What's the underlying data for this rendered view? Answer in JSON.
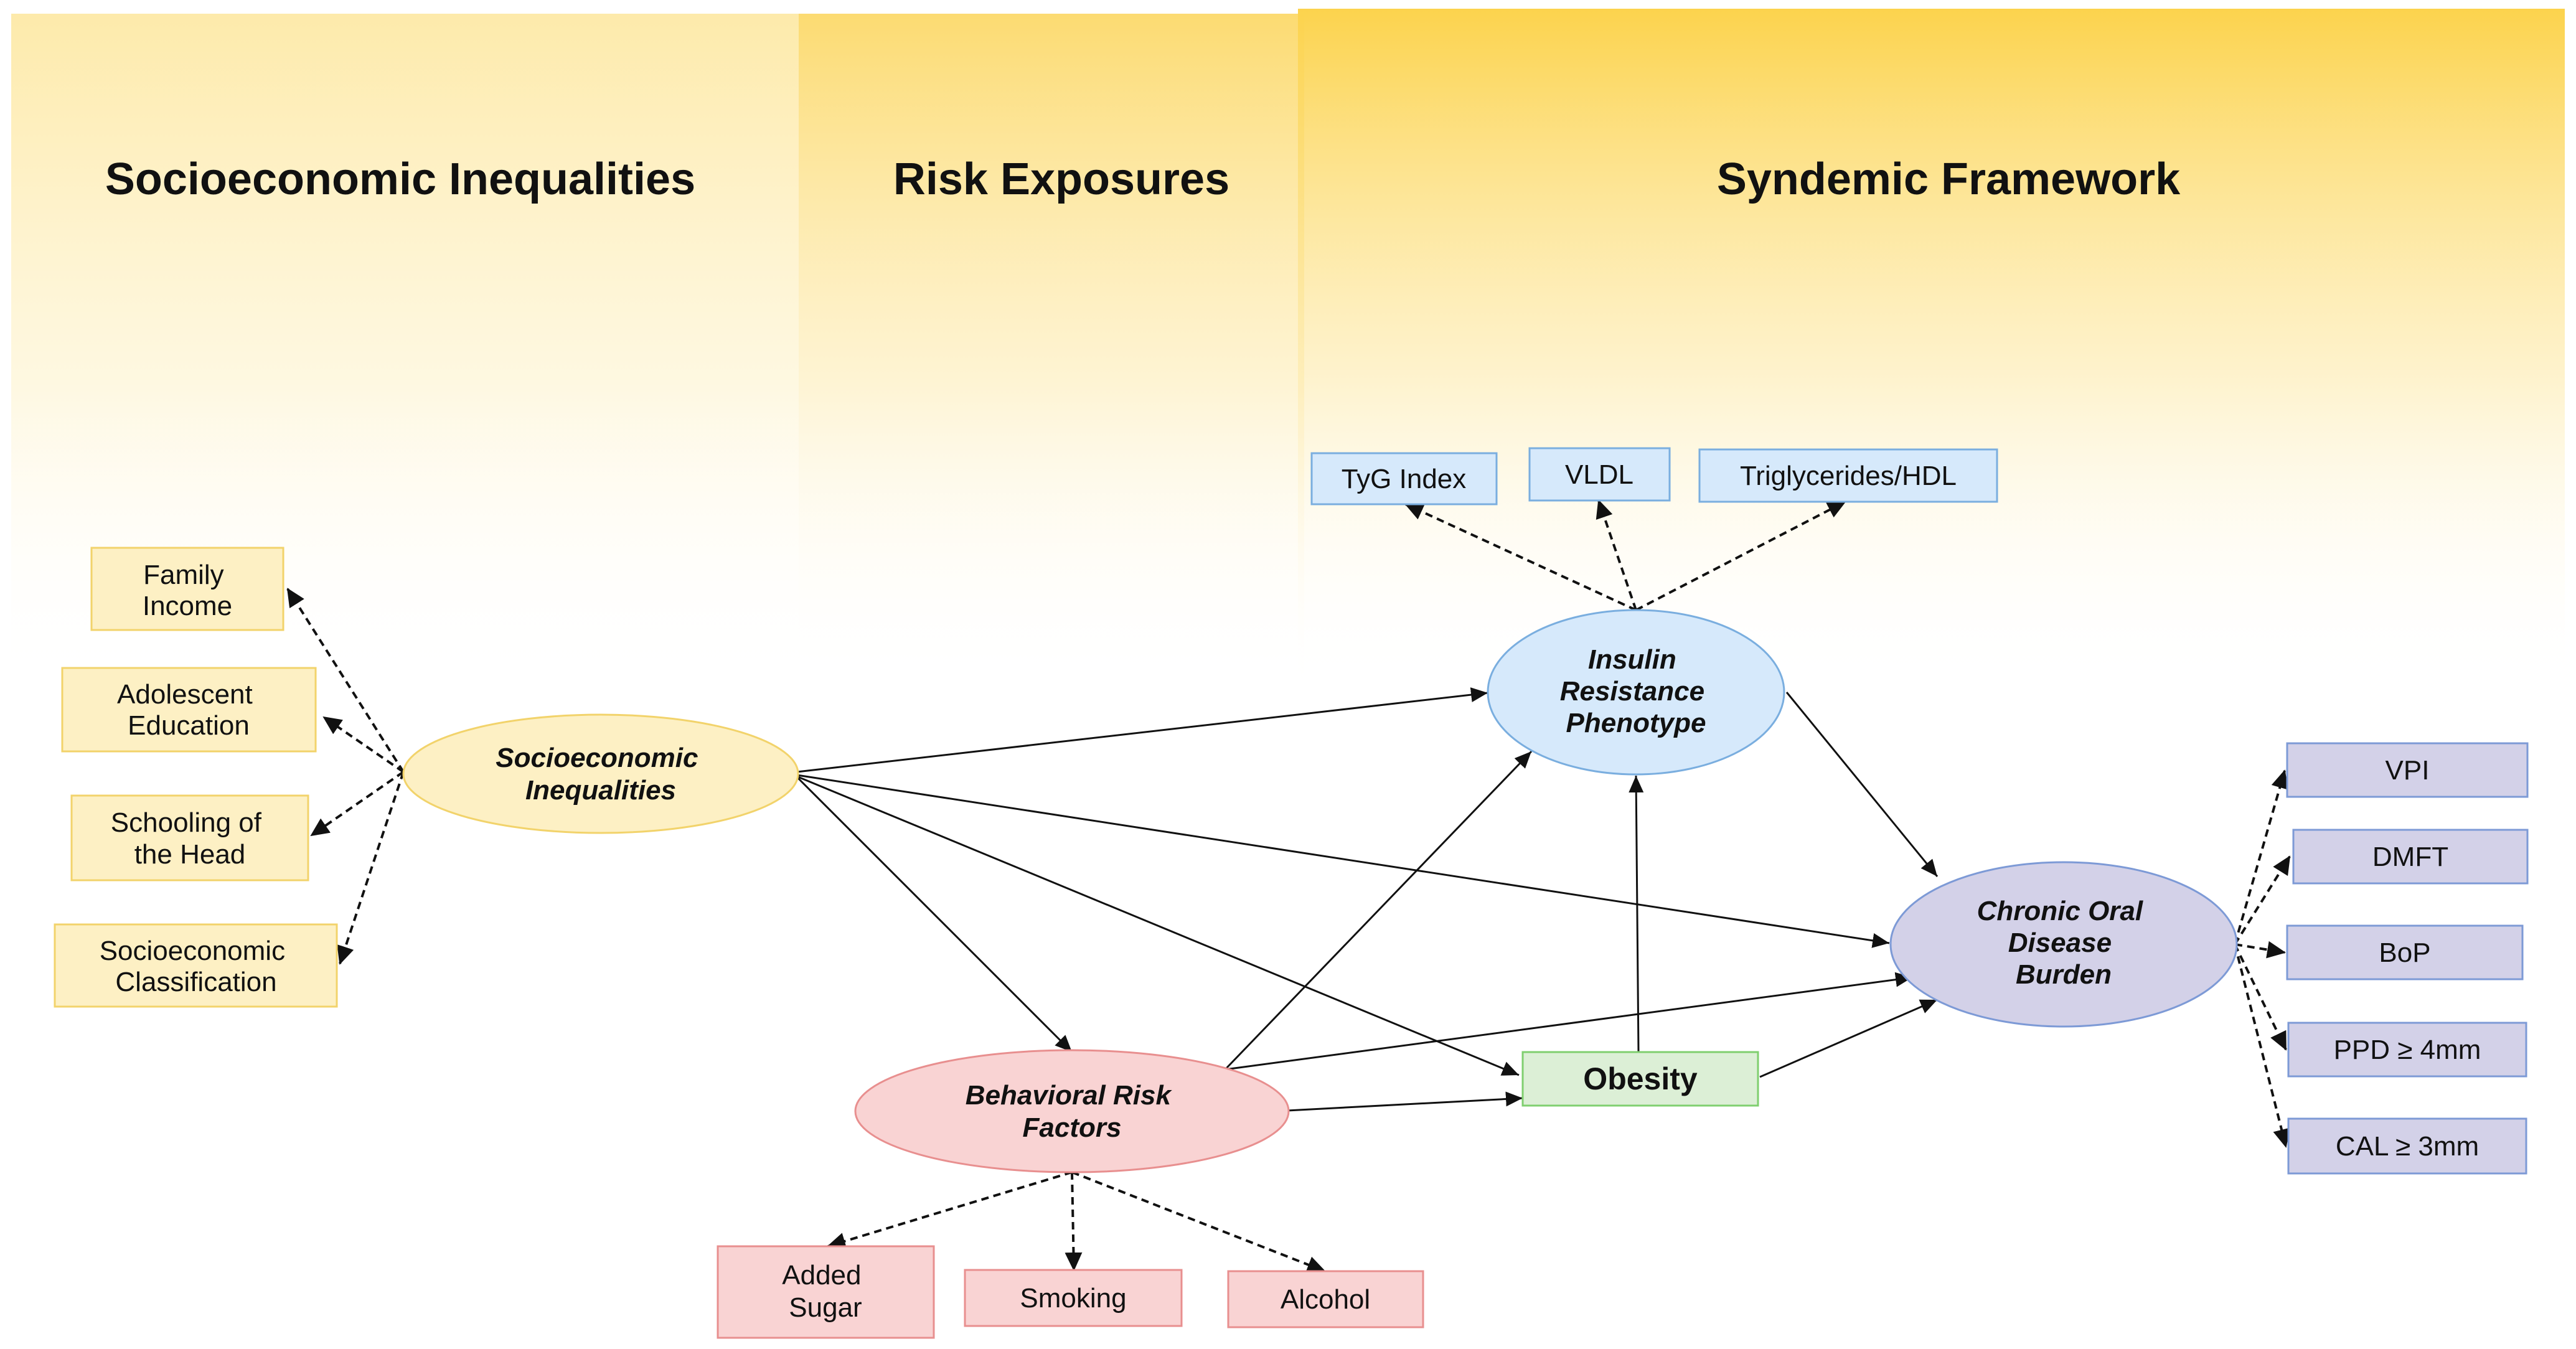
{
  "panels": {
    "left_title": "Socioeconomic Inequalities",
    "middle_title": "Risk Exposures",
    "right_title": "Syndemic Framework"
  },
  "latent": {
    "socioeconomic": [
      "Socioeconomic",
      "Inequalities"
    ],
    "behavioral": [
      "Behavioral Risk",
      "Factors"
    ],
    "insulin": [
      "Insulin",
      "Resistance",
      "Phenotype"
    ],
    "oral": [
      "Chronic Oral",
      "Disease",
      "Burden"
    ]
  },
  "indicators": {
    "socioeconomic": [
      [
        "Family",
        "Income"
      ],
      [
        "Adolescent",
        "Education"
      ],
      [
        "Schooling of",
        "the Head"
      ],
      [
        "Socioeconomic",
        "Classification"
      ]
    ],
    "behavioral": [
      [
        "Added",
        "Sugar"
      ],
      [
        "Smoking"
      ],
      [
        "Alcohol"
      ]
    ],
    "insulin": [
      "TyG Index",
      "VLDL",
      "Triglycerides/HDL"
    ],
    "oral": [
      "VPI",
      "DMFT",
      "BoP",
      "PPD ≥ 4mm",
      "CAL ≥ 3mm"
    ]
  },
  "observed": {
    "obesity": "Obesity"
  },
  "colors": {
    "panel_left": "#fde9a6",
    "panel_middle": "#fcd96a",
    "panel_right": "#fcd34d",
    "socio_fill": "#fdf0c4",
    "socio_stroke": "#f2d36b",
    "behav_fill": "#f9d3d3",
    "behav_stroke": "#e88f8f",
    "insulin_fill": "#d6e9fb",
    "insulin_stroke": "#7aaedf",
    "oral_fill": "#d3d1e8",
    "oral_stroke": "#7d9ad6",
    "obesity_fill": "#dcefd6",
    "obesity_stroke": "#7fcf6f"
  }
}
